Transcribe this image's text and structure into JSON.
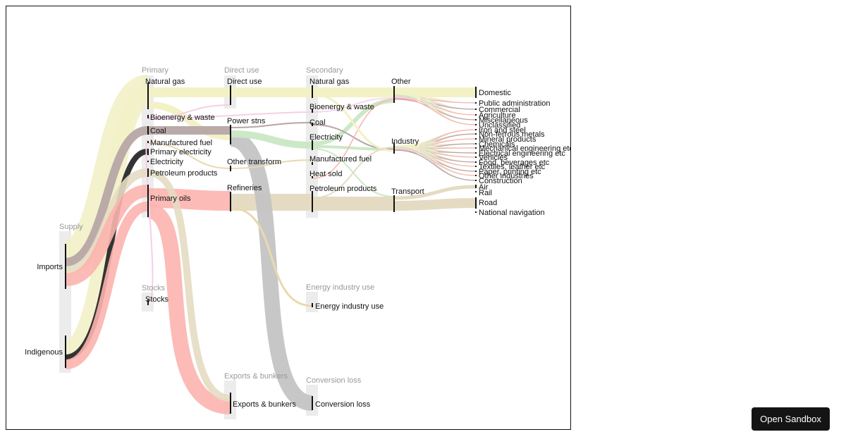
{
  "groups": {
    "supply": "Supply",
    "primary": "Primary",
    "stocks": "Stocks",
    "direct": "Direct use",
    "exports": "Exports & bunkers",
    "secondary": "Secondary",
    "eiu": "Energy industry use",
    "conv": "Conversion loss"
  },
  "nodes": {
    "imports": "Imports",
    "indigenous": "Indigenous",
    "p_gas": "Natural gas",
    "p_bio": "Bioenergy & waste",
    "p_coal": "Coal",
    "p_mf": "Manufactured fuel",
    "p_pe": "Primary electricity",
    "p_elec": "Electricity",
    "p_pp": "Petroleum products",
    "p_oil": "Primary oils",
    "stocks": "Stocks",
    "direct": "Direct use",
    "power": "Power stns",
    "other_tr": "Other transform",
    "refin": "Refineries",
    "exports": "Exports & bunkers",
    "s_gas": "Natural gas",
    "s_bio": "Bioenergy & waste",
    "s_coal": "Coal",
    "s_elec": "Electricity",
    "s_mf": "Manufactured fuel",
    "s_heat": "Heat sold",
    "s_pp": "Petroleum products",
    "eiu": "Energy industry use",
    "conv": "Conversion loss",
    "other": "Other",
    "industry": "Industry",
    "transport": "Transport",
    "domestic": "Domestic",
    "public_admin": "Public administration",
    "commercial": "Commercial",
    "agriculture": "Agriculture",
    "misc": "Miscellaneous",
    "unclass": "Unclassified",
    "iron": "Iron and steel",
    "nonferrous": "Non-ferrous metals",
    "mineral": "Mineral products",
    "chemicals": "Chemicals",
    "mech": "Mechanical engineering etc",
    "elec_eng": "Electrical engineering etc",
    "vehicles": "Vehicles",
    "food": "Food, beverages etc",
    "textiles": "Textiles, leather etc",
    "paper": "Paper, printing etc",
    "other_ind": "Other industries",
    "construction": "Construction",
    "air": "Air",
    "rail": "Rail",
    "road": "Road",
    "nav": "National navigation"
  },
  "colors": {
    "gas": "#f3f1c6",
    "coal": "#b6a6a6",
    "oil": "#fcb4ae",
    "petroleum": "#e5dbc3",
    "bio": "#f5cfe8",
    "electricity": "#cce8c6",
    "primary_elec": "#333333",
    "loss": "#c4c4c4",
    "manufactured": "#e8d9b0"
  },
  "button": {
    "label": "Open Sandbox"
  }
}
